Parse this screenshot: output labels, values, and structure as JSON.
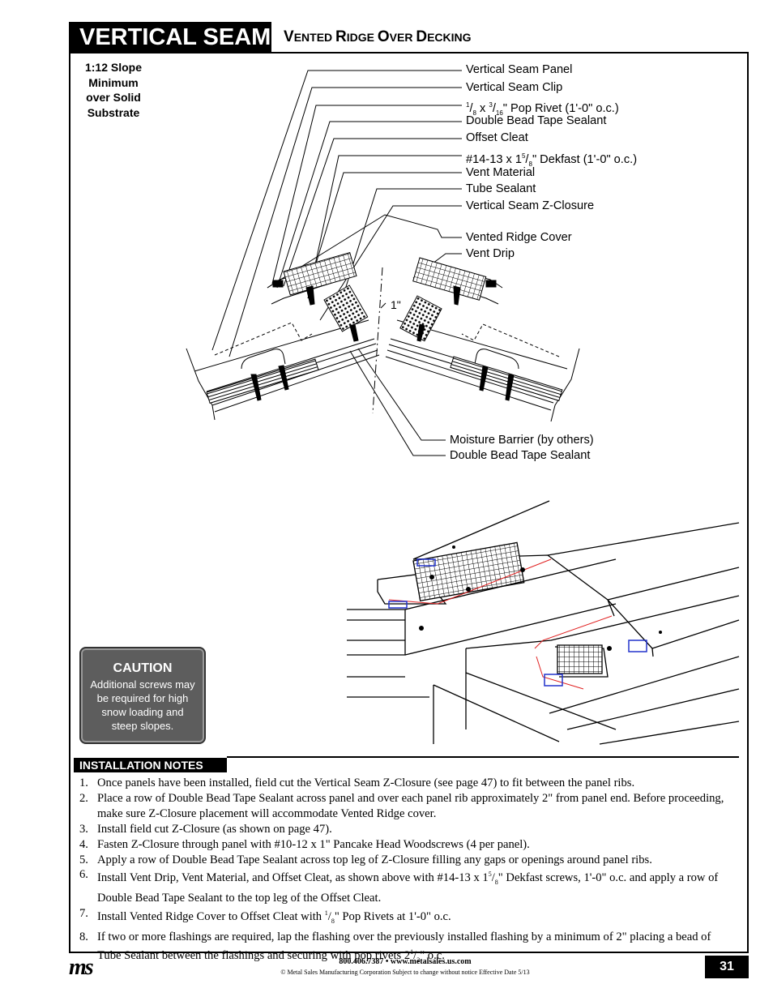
{
  "header": {
    "title": "VERTICAL SEAM",
    "subtitle_parts": [
      {
        "cap": "V",
        "rest": "ENTED "
      },
      {
        "cap": "R",
        "rest": "IDGE "
      },
      {
        "cap": "O",
        "rest": "VER "
      },
      {
        "cap": "D",
        "rest": "ECKING"
      }
    ]
  },
  "slope_note": [
    "1:12 Slope",
    "Minimum",
    "over Solid",
    "Substrate"
  ],
  "callouts": {
    "panel": "Vertical Seam Panel",
    "clip": "Vertical Seam Clip",
    "rivet": {
      "n": "1",
      "d": "8",
      "mid": " x ",
      "n2": "3",
      "d2": "16",
      "rest": "\" Pop Rivet (1'-0\" o.c.)"
    },
    "tape1": "Double Bead Tape Sealant",
    "cleat": "Offset Cleat",
    "dekfast": {
      "pre": "#14-13 x 1",
      "n": "5",
      "d": "8",
      "rest": "\" Dekfast (1'-0\" o.c.)"
    },
    "vent_material": "Vent Material",
    "tube_sealant": "Tube Sealant",
    "z_closure": "Vertical Seam Z-Closure",
    "ridge_cover": "Vented Ridge Cover",
    "vent_drip": "Vent Drip",
    "moisture_barrier": "Moisture Barrier (by others)",
    "tape2": "Double Bead Tape Sealant",
    "dimension": "1\""
  },
  "caution": {
    "title": "CAUTION",
    "body": "Additional screws may be required for high snow loading and steep slopes."
  },
  "installation": {
    "heading": "INSTALLATION NOTES",
    "notes": [
      {
        "num": "1.",
        "text": "Once panels have been installed, field cut the Vertical Seam Z-Closure (see page 47) to fit between the panel ribs."
      },
      {
        "num": "2.",
        "text": "Place a row of Double Bead Tape Sealant across panel and over each panel rib approximately 2\" from panel end. Before proceeding, make sure Z-Closure placement will accommodate Vented Ridge cover."
      },
      {
        "num": "3.",
        "text": "Install field cut Z-Closure (as shown on page 47)."
      },
      {
        "num": "4.",
        "text": "Fasten Z-Closure through panel with #10-12 x 1\" Pancake Head Woodscrews (4 per panel)."
      },
      {
        "num": "5.",
        "text": "Apply a row of Double Bead Tape Sealant across top leg of Z-Closure filling any gaps or openings around panel ribs."
      },
      {
        "num": "6.",
        "pre": "Install Vent Drip, Vent Material, and Offset Cleat, as shown above with #14-13 x 1",
        "n": "5",
        "d": "8",
        "post": "\" Dekfast screws, 1'-0\" o.c. and apply a row of Double Bead Tape Sealant to the top leg of the Offset Cleat."
      },
      {
        "num": "7.",
        "pre": "Install Vented Ridge Cover to Offset Cleat with ",
        "n": "1",
        "d": "8",
        "post": "\" Pop Rivets at 1'-0\" o.c."
      },
      {
        "num": "8.",
        "pre": "If two or more flashings are required, lap the flashing over the previously installed flashing by a minimum of 2\" placing a bead of Tube Sealant between the flashings and securing with pop rivets 2",
        "n": "1",
        "d": "2",
        "post": "\" o.c."
      }
    ]
  },
  "footer": {
    "logo": "ms",
    "contact": "800.406.7387 • www.metalsales.us.com",
    "copyright": "© Metal Sales Manufacturing Corporation   Subject to change without notice   Effective Date 5/13",
    "page": "31"
  },
  "colors": {
    "sealant_line": "#e02020",
    "clip_blue": "#2233cc",
    "caution_bg": "#5d5d5d"
  }
}
